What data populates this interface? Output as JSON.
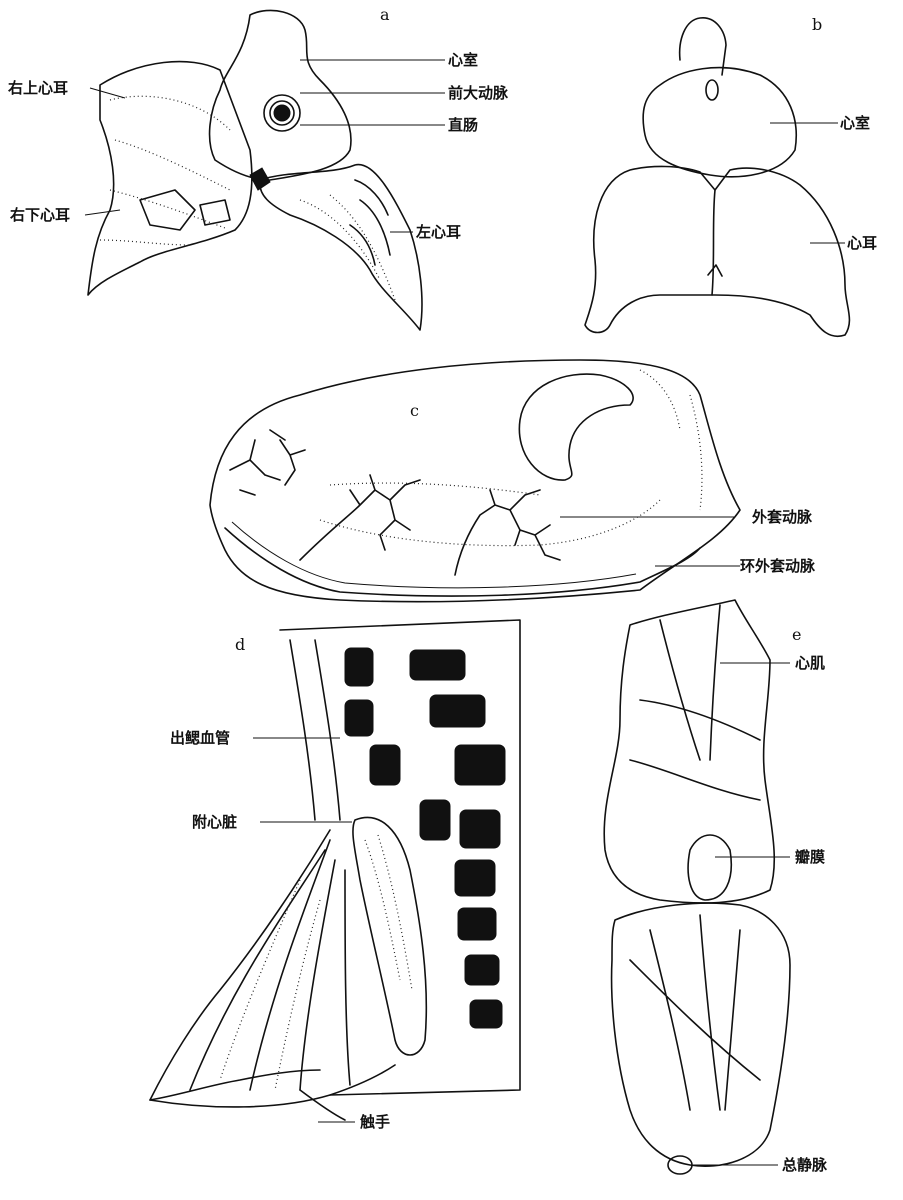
{
  "panels": {
    "a": {
      "letter": "a",
      "labels": {
        "ventricle": "心室",
        "anterior_aorta": "前大动脉",
        "rectum": "直肠",
        "right_upper_auricle": "右上心耳",
        "right_lower_auricle": "右下心耳",
        "left_auricle": "左心耳"
      }
    },
    "b": {
      "letter": "b",
      "labels": {
        "ventricle": "心室",
        "auricle": "心耳"
      }
    },
    "c": {
      "letter": "c",
      "labels": {
        "pallial_artery": "外套动脉",
        "circumpallial_artery": "环外套动脉"
      }
    },
    "d": {
      "letter": "d",
      "labels": {
        "efferent_branchial_vessel": "出鳃血管",
        "branchial_heart": "附心脏",
        "tentacle": "触手"
      }
    },
    "e": {
      "letter": "e",
      "labels": {
        "heart_muscle": "心肌",
        "valve": "瓣膜",
        "vena_cava": "总静脉"
      }
    }
  }
}
